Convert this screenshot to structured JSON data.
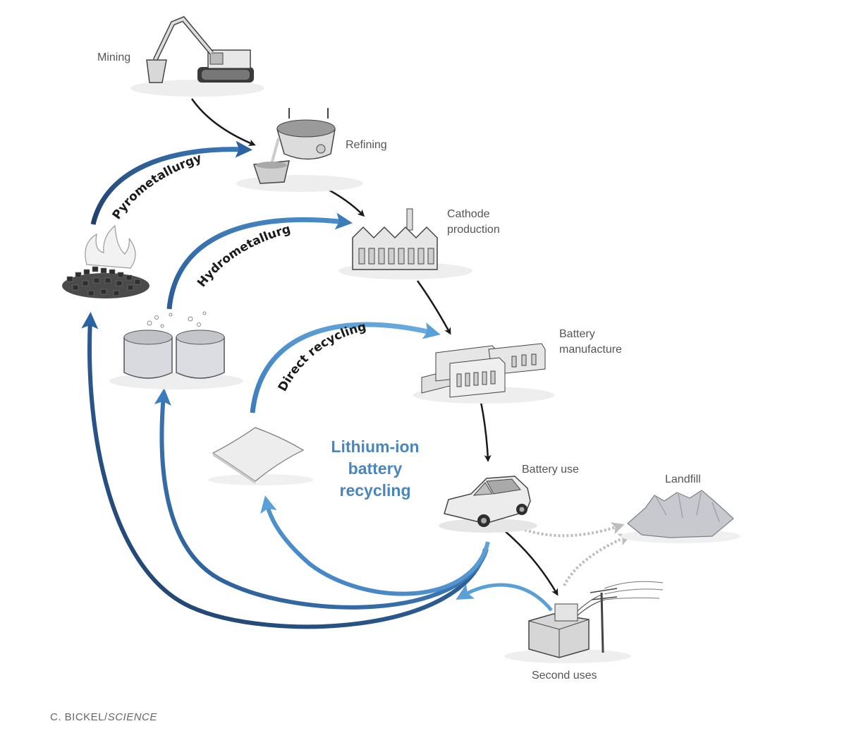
{
  "stages": {
    "mining": "Mining",
    "refining": "Refining",
    "cathode_line1": "Cathode",
    "cathode_line2": "production",
    "battery_manufacture_line1": "Battery",
    "battery_manufacture_line2": "manufacture",
    "battery_use": "Battery use",
    "landfill": "Landfill",
    "second_uses": "Second uses"
  },
  "recycling_paths": {
    "pyrometallurgy": "Pyrometallurgy",
    "hydrometallurgy": "Hydrometallurgy",
    "direct_recycling": "Direct recycling"
  },
  "center_title": {
    "line1": "Lithium-ion",
    "line2": "battery",
    "line3": "recycling"
  },
  "credit": {
    "author": "C. BICKEL/",
    "publication": "SCIENCE"
  },
  "colors": {
    "recycling_dark": "#1f3f6b",
    "recycling_mid": "#2f66a6",
    "recycling_light": "#5aa0d8",
    "flow_arrow": "#1a1a1a",
    "disposal_arrow": "#b5b5b5",
    "center_title": "#4a85bd"
  },
  "icons": [
    "excavator-icon",
    "ladle-icon",
    "factory-icon",
    "battery-plant-icon",
    "car-icon",
    "landfill-icon",
    "transformer-icon",
    "shredded-pellets-icon",
    "leaching-tanks-icon",
    "cathode-sheet-icon"
  ]
}
